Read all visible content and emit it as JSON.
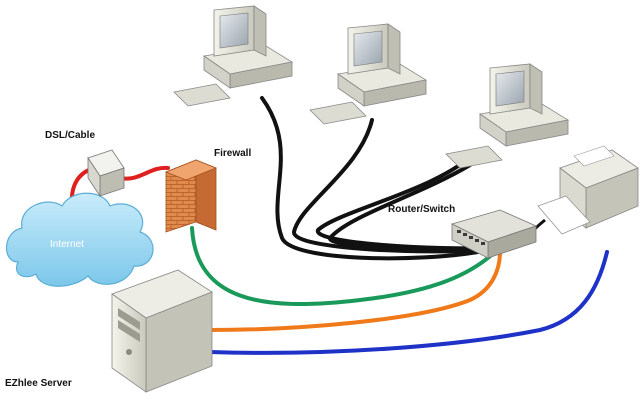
{
  "labels": {
    "dsl_cable": "DSL/Cable",
    "firewall": "Firewall",
    "internet": "Internet",
    "router_switch": "Router/Switch",
    "server": "EZhlee Server"
  },
  "colors": {
    "dsl_to_firewall_cable": "#e0201e",
    "dsl_to_internet_cable": "#e0201e",
    "firewall_to_switch_cable": "#1a9a5a",
    "server_to_switch_cable_orange": "#f07a1a",
    "server_to_switch_cable_blue": "#1e32c8",
    "printer_cable": "#1e32c8",
    "pc_cables": "#111111",
    "cloud_fill": "#9fd8f2",
    "firewall_brick": "#e0874a"
  },
  "icons": [
    "cloud-icon",
    "modem-icon",
    "firewall-icon",
    "computer-icon",
    "printer-icon",
    "switch-icon",
    "server-icon"
  ]
}
